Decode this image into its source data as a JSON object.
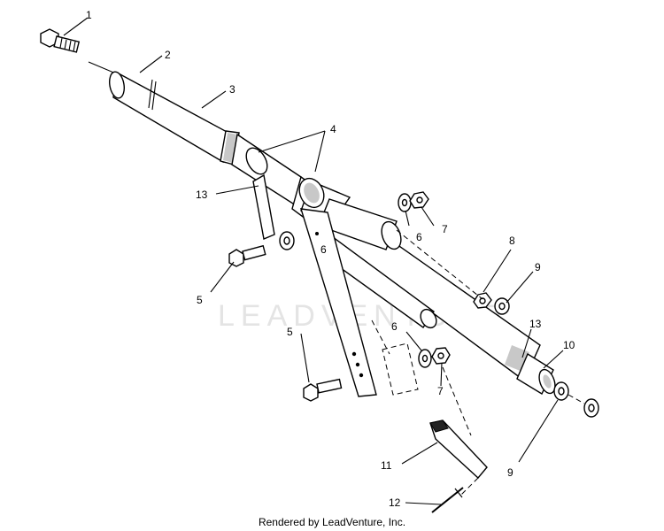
{
  "watermark": "LEADVENTURE",
  "callouts": {
    "c1": "1",
    "c2": "2",
    "c3": "3",
    "c4": "4",
    "c5a": "5",
    "c5b": "5",
    "c6a": "6",
    "c6b": "6",
    "c6c": "6",
    "c7a": "7",
    "c7b": "7",
    "c8": "8",
    "c9a": "9",
    "c9b": "9",
    "c10": "10",
    "c11": "11",
    "c12": "12",
    "c13a": "13",
    "c13b": "13"
  },
  "footer": "Rendered by LeadVenture, Inc."
}
